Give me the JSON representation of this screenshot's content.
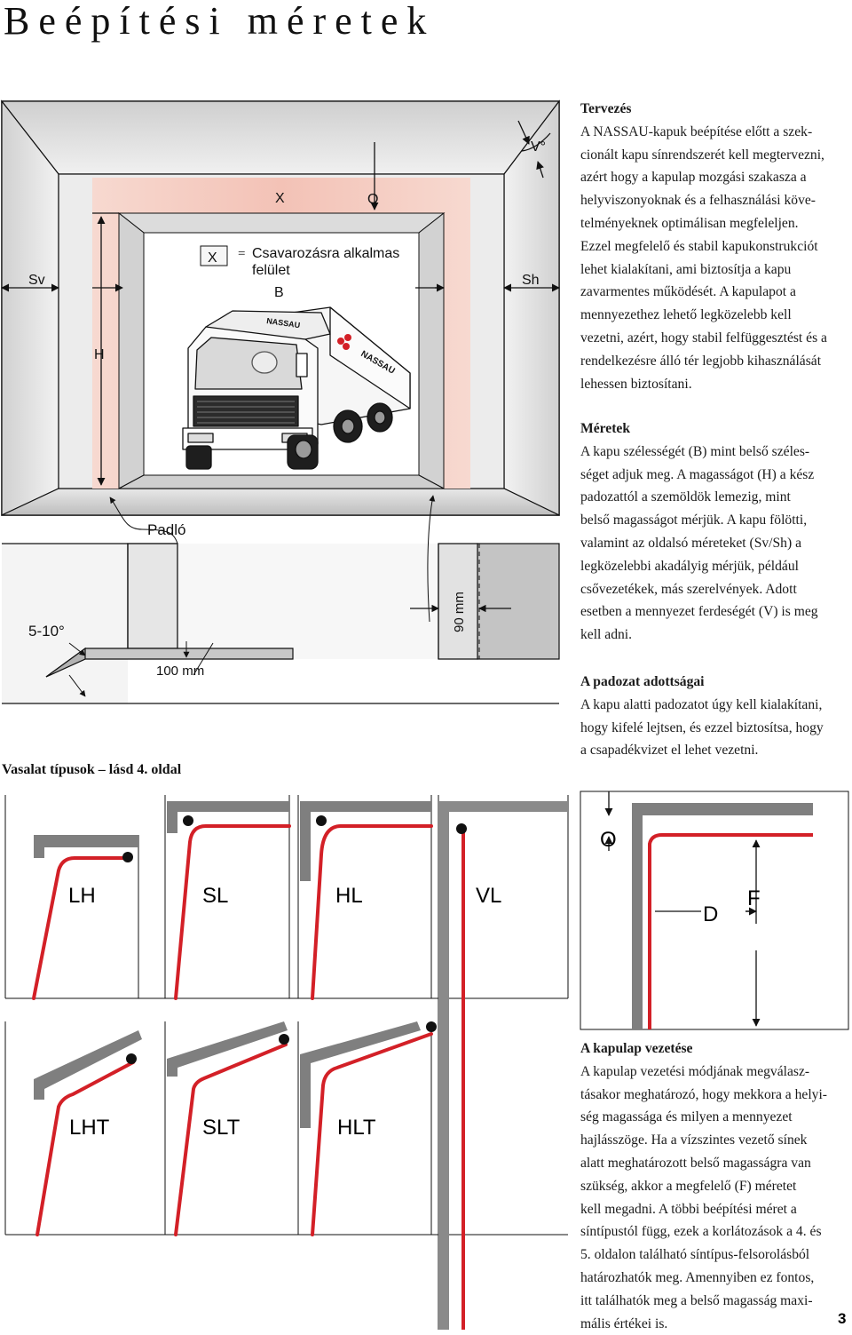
{
  "page": {
    "title": "Beépítési méretek",
    "number": "3"
  },
  "diagram": {
    "labels": {
      "sv": "Sv",
      "sh": "Sh",
      "h": "H",
      "x": "X",
      "o": "O",
      "v": "V°",
      "b": "B",
      "legend_box": "X",
      "legend_eq": "=",
      "legend_text_1": "Csavarozásra alkalmas",
      "legend_text_2": "felület",
      "padlo": "Padló",
      "slope": "5-10°",
      "depth_100": "100 mm",
      "depth_90": "90 mm",
      "truck_brand_1": "NASSAU",
      "truck_brand_2": "NASSAU"
    }
  },
  "sections": {
    "tervezes": {
      "heading": "Tervezés",
      "lines": [
        "A NASSAU-kapuk beépítése előtt a szek-",
        "cionált kapu sínrendszerét kell megtervezni,",
        "azért hogy a kapulap mozgási szakasza a",
        "helyviszonyoknak és a felhasználási köve-",
        "telményeknek optimálisan megfeleljen.",
        "Ezzel megfelelő és stabil kapukonstrukciót",
        "lehet kialakítani, ami biztosítja a kapu",
        "zavarmentes működését. A kapulapot a",
        "mennyezethez lehető legközelebb kell",
        "vezetni, azért, hogy stabil felfüggesztést és a",
        "rendelkezésre álló tér legjobb kihasználását",
        "lehessen biztosítani."
      ]
    },
    "meretek": {
      "heading": "Méretek",
      "lines": [
        "A kapu szélességét (B) mint belső széles-",
        "séget adjuk meg. A magasságot (H) a kész",
        "padozattól a szemöldök lemezig, mint",
        "belső magasságot mérjük. A kapu fölötti,",
        "valamint az oldalsó méreteket (Sv/Sh) a",
        "legközelebbi akadályig mérjük, például",
        "csővezetékek, más szerelvények. Adott",
        "esetben a mennyezet ferdeségét (V) is meg",
        "kell adni."
      ]
    },
    "padozat": {
      "heading": "A padozat adottságai",
      "lines": [
        "A kapu alatti padozatot úgy kell kialakítani,",
        "hogy kifelé lejtsen, és ezzel biztosítsa, hogy",
        "a csapadékvizet el lehet vezetni."
      ]
    },
    "vezetes": {
      "heading": "A kapulap vezetése",
      "lines": [
        "A kapulap vezetési módjának megválasz-",
        "tásakor meghatározó, hogy mekkora a helyi-",
        "ség magassága és milyen a mennyezet",
        "hajlásszöge. Ha a vízszintes vezető sínek",
        "alatt meghatározott belső magasságra van",
        "szükség, akkor a megfelelő (F) méretet",
        "kell megadni. A többi beépítési méret a",
        "síntípustól függ, ezek a korlátozások a 4. és",
        "5. oldalon található síntípus-felsorolásból",
        "határozhatók meg. Amennyiben ez fontos,",
        "itt találhatók meg a belső magasság maxi-",
        "mális értékei is."
      ]
    }
  },
  "hardware": {
    "label": "Vasalat típusok – lásd 4. oldal",
    "types": {
      "lh": "LH",
      "sl": "SL",
      "hl": "HL",
      "vl": "VL",
      "lht": "LHT",
      "slt": "SLT",
      "hlt": "HLT"
    },
    "dimension_labels": {
      "o": "O",
      "d": "D",
      "f": "F"
    }
  },
  "colors": {
    "rail_red": "#d32027",
    "pink_zone": "#f4c8bd",
    "wall_light": "#e6e6e6",
    "wall_mid": "#bcbcbc",
    "lintel_dark": "#7a7a7a"
  }
}
